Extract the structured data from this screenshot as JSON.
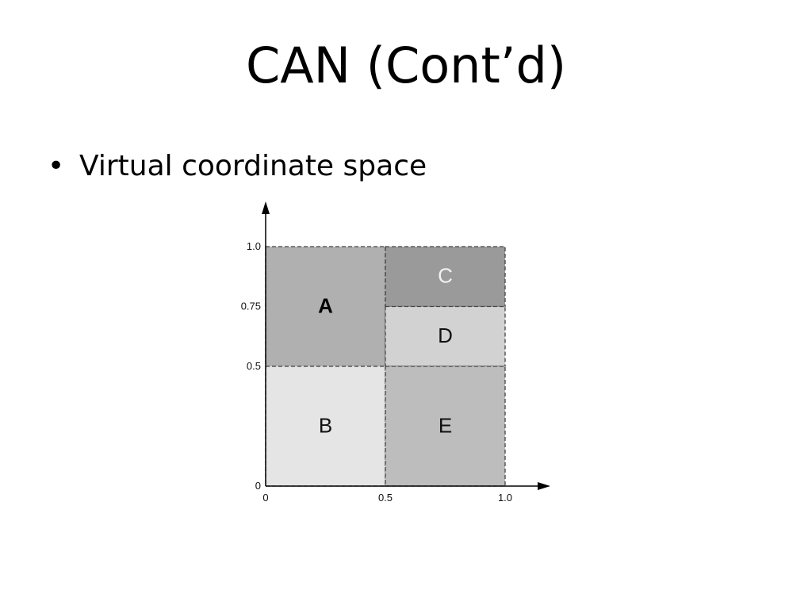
{
  "slide": {
    "title": "CAN (Cont’d)",
    "bullet": "Virtual coordinate space"
  },
  "diagram": {
    "x_ticks": [
      "0",
      "0.5",
      "1.0"
    ],
    "y_ticks": [
      "0",
      "0.5",
      "0.75",
      "1.0"
    ],
    "zones": [
      {
        "id": "A",
        "label": "A",
        "x0": 0,
        "x1": 0.5,
        "y0": 0.5,
        "y1": 1.0,
        "fill": "#b0b0b0",
        "text_color": "#000000",
        "bold": true
      },
      {
        "id": "B",
        "label": "B",
        "x0": 0,
        "x1": 0.5,
        "y0": 0,
        "y1": 0.5,
        "fill": "#e5e5e5",
        "text_color": "#111111",
        "bold": false
      },
      {
        "id": "C",
        "label": "C",
        "x0": 0.5,
        "x1": 1.0,
        "y0": 0.75,
        "y1": 1.0,
        "fill": "#9a9a9a",
        "text_color": "#f2f2f2",
        "bold": false
      },
      {
        "id": "D",
        "label": "D",
        "x0": 0.5,
        "x1": 1.0,
        "y0": 0.5,
        "y1": 0.75,
        "fill": "#d2d2d2",
        "text_color": "#111111",
        "bold": false
      },
      {
        "id": "E",
        "label": "E",
        "x0": 0.5,
        "x1": 1.0,
        "y0": 0,
        "y1": 0.5,
        "fill": "#bdbdbd",
        "text_color": "#111111",
        "bold": false
      }
    ]
  }
}
